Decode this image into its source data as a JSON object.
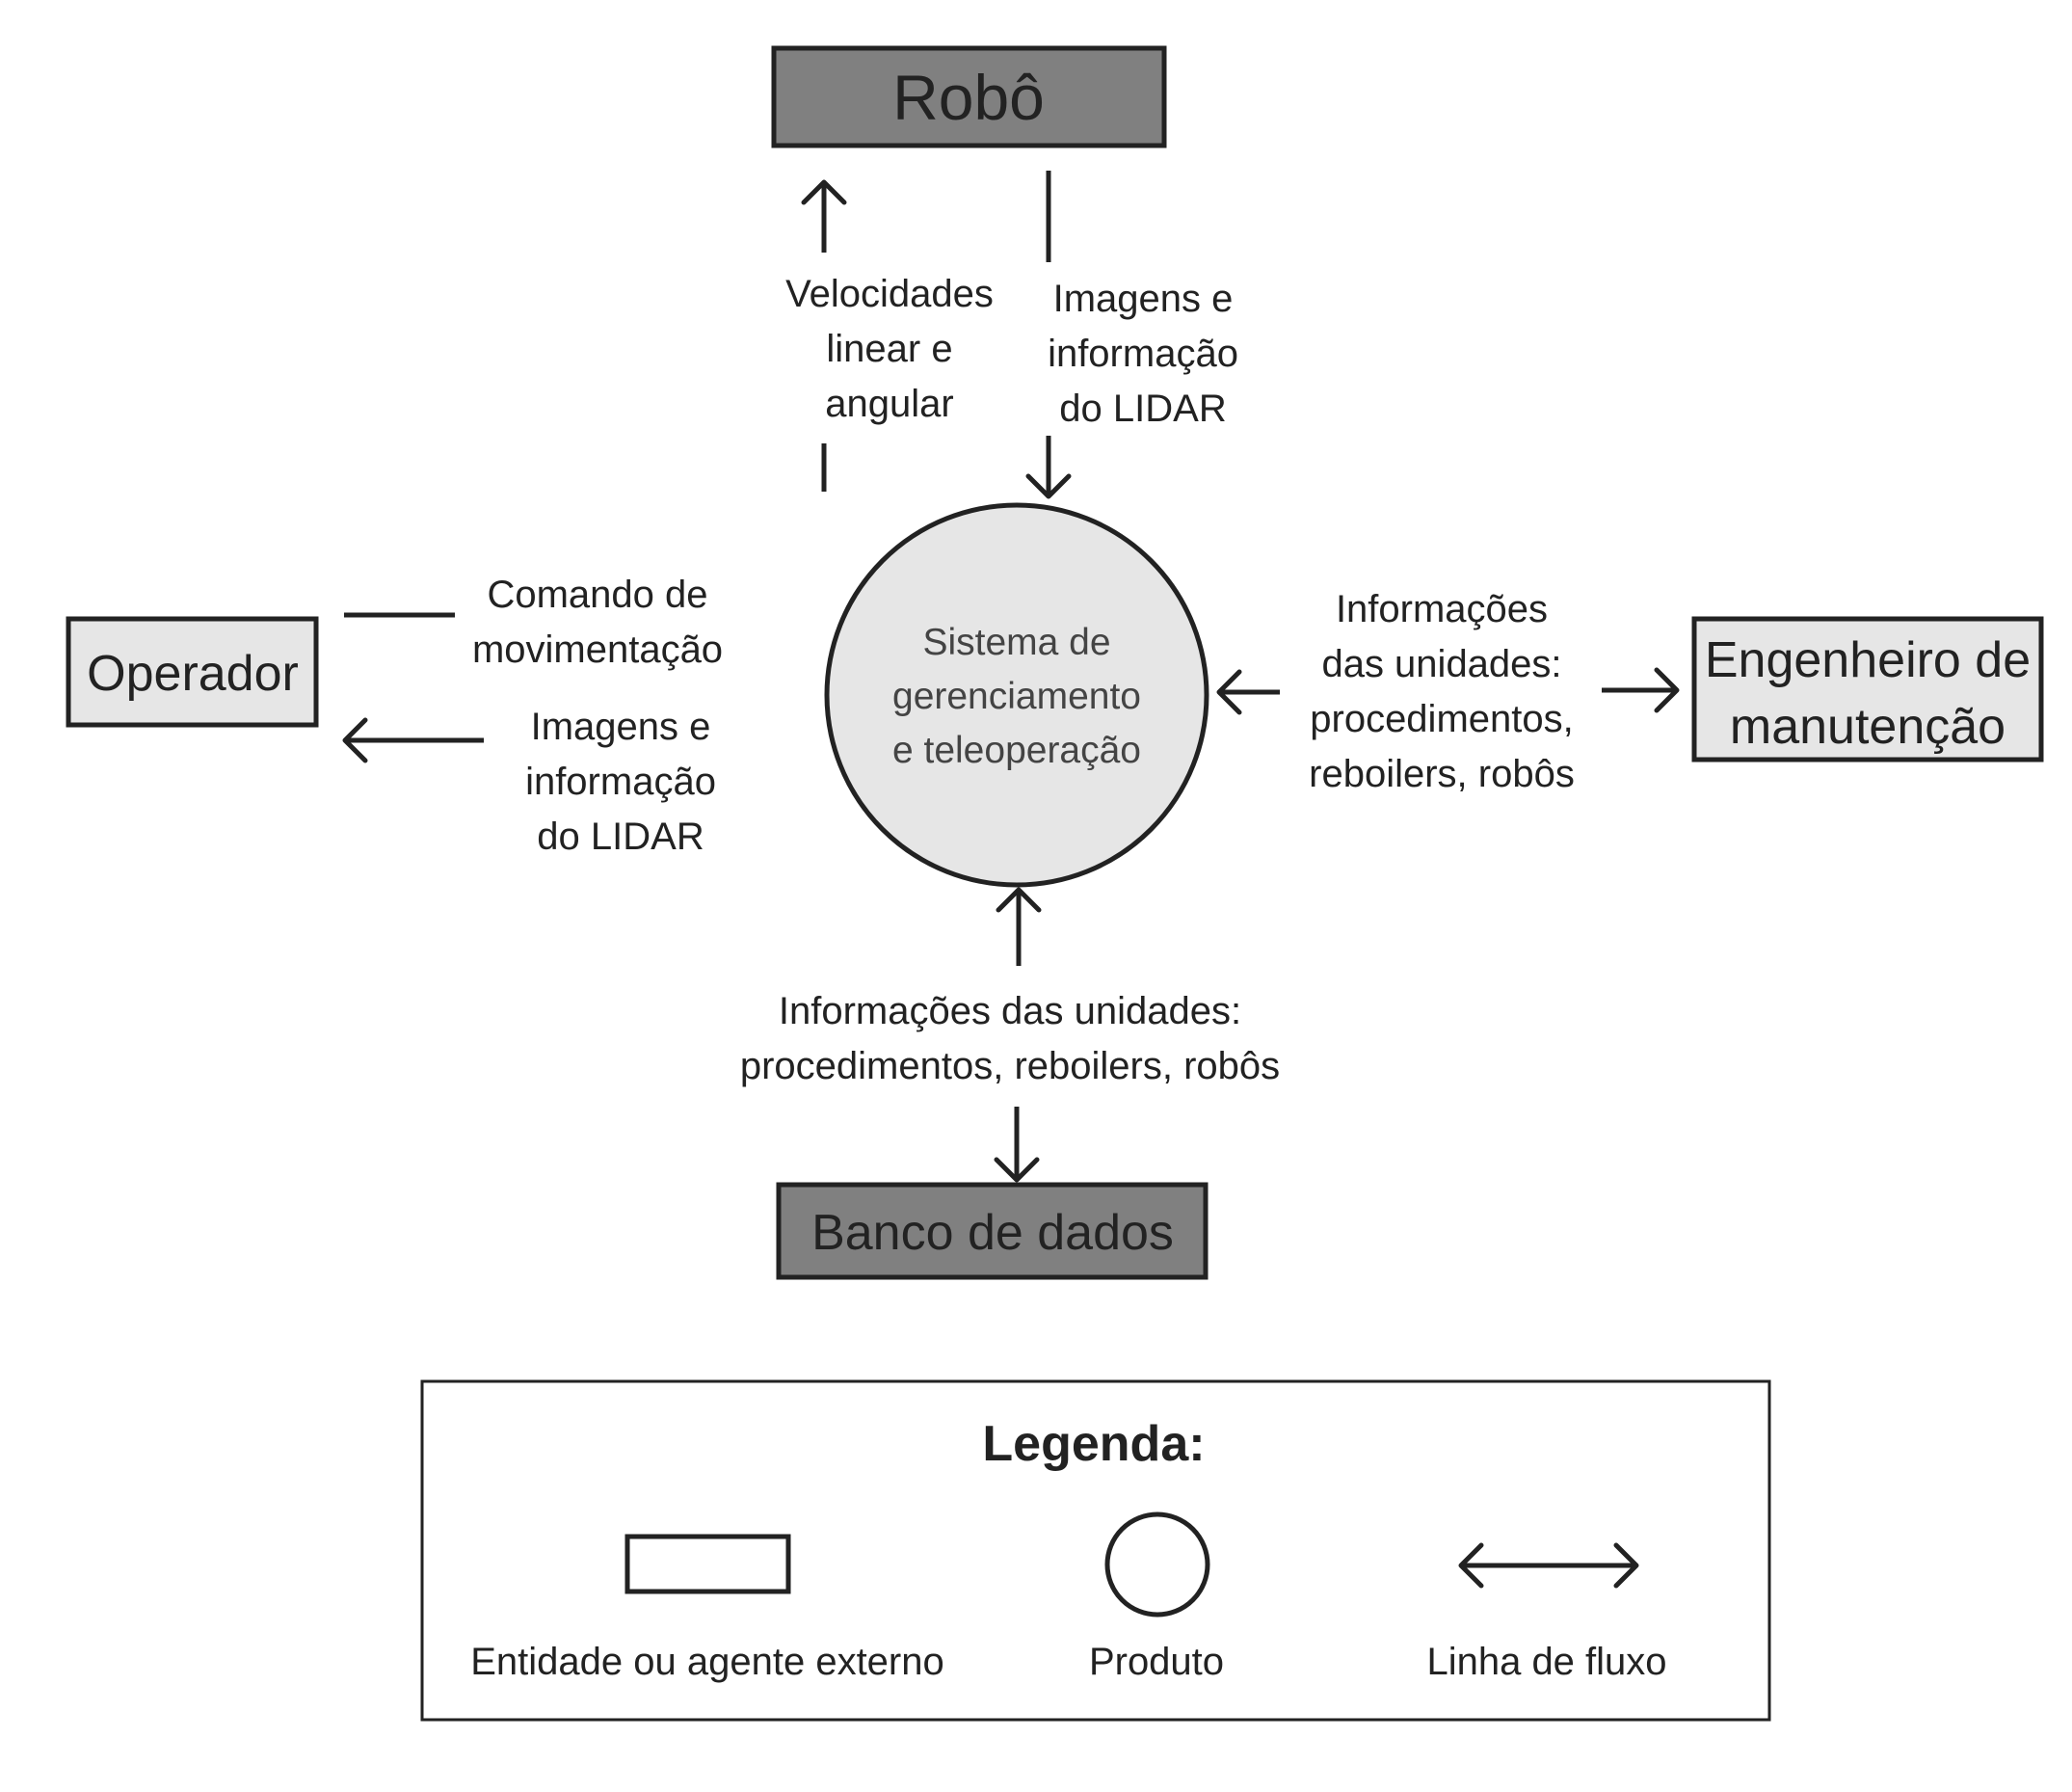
{
  "colors": {
    "dark_fill": "#808080",
    "light_fill": "#e6e6e6",
    "stroke": "#222222",
    "background": "#ffffff"
  },
  "nodes": {
    "robo": "Robô",
    "operador": "Operador",
    "engenheiro": [
      "Engenheiro de",
      "manutenção"
    ],
    "banco": "Banco de dados",
    "sistema": [
      "Sistema de",
      "gerenciamento",
      "e teleoperação"
    ]
  },
  "flows": {
    "velocidades": [
      "Velocidades",
      "linear e",
      "angular"
    ],
    "imagens_robo": [
      "Imagens e",
      "informação",
      "do LIDAR"
    ],
    "comando": [
      "Comando de",
      "movimentação"
    ],
    "imagens_operador": [
      "Imagens e",
      "informação",
      "do LIDAR"
    ],
    "info_engenheiro": [
      "Informações",
      "das unidades:",
      "procedimentos,",
      "reboilers, robôs"
    ],
    "info_banco": [
      "Informações das unidades:",
      "procedimentos, reboilers, robôs"
    ]
  },
  "legend": {
    "title": "Legenda:",
    "items": [
      {
        "label": "Entidade ou agente externo",
        "symbol": "rectangle"
      },
      {
        "label": "Produto",
        "symbol": "circle"
      },
      {
        "label": "Linha de fluxo",
        "symbol": "double-arrow"
      }
    ]
  }
}
